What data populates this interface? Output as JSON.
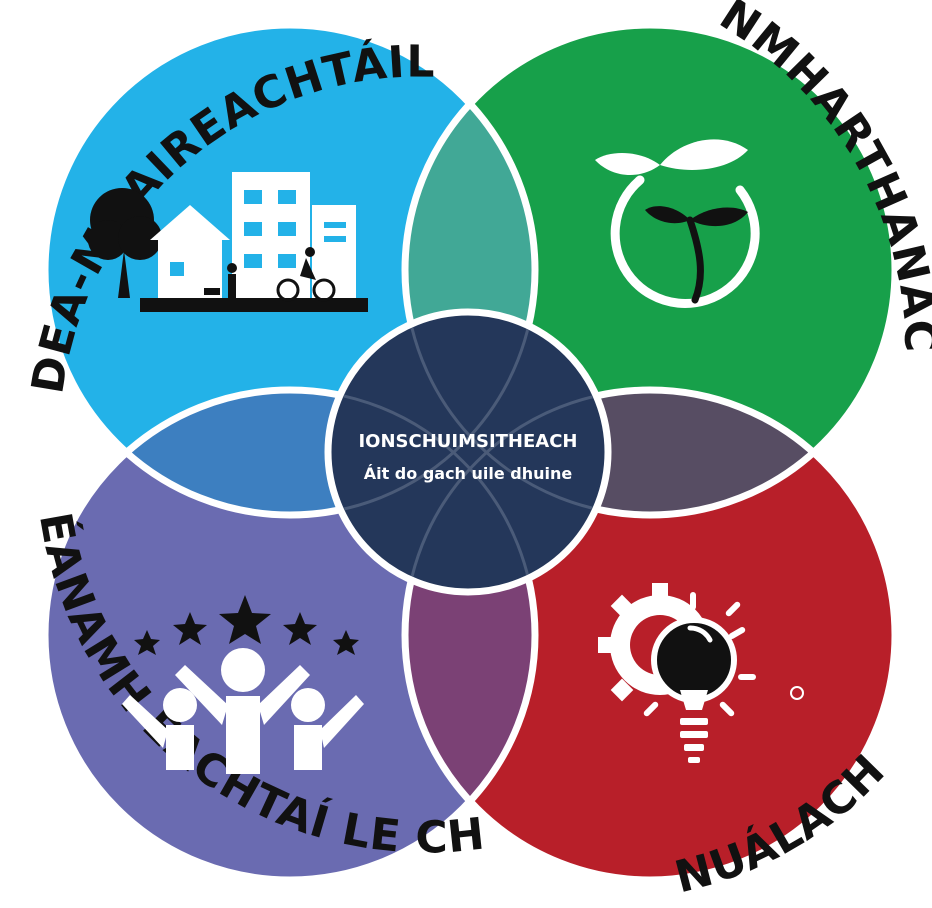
{
  "diagram": {
    "labels": {
      "top_left": "DEA-MHAIREACHTÁIL",
      "top_right": "INMHARTHANACH",
      "bottom_left": "AG DÉANAMH ÉACHTAÍ LE CHÉILE",
      "bottom_right": "NUÁLACH"
    },
    "center": {
      "title": "IONSCHUIMSITHEACH",
      "subtitle": "Áit do gach uile dhuine"
    },
    "colors": {
      "blue": "#23b2e8",
      "green": "#17a04a",
      "purple": "#6a6bb1",
      "red": "#b81f29",
      "center": "#24375a",
      "overlap_top": "#41a896",
      "overlap_left": "#3d7fc0",
      "overlap_right": "#574d63",
      "overlap_bottom": "#7b4175"
    },
    "icons": {
      "top_left": "city-life-icon",
      "top_right": "sprout-icon",
      "bottom_left": "celebrating-people-icon",
      "bottom_right": "innovation-bulb-icon"
    }
  }
}
